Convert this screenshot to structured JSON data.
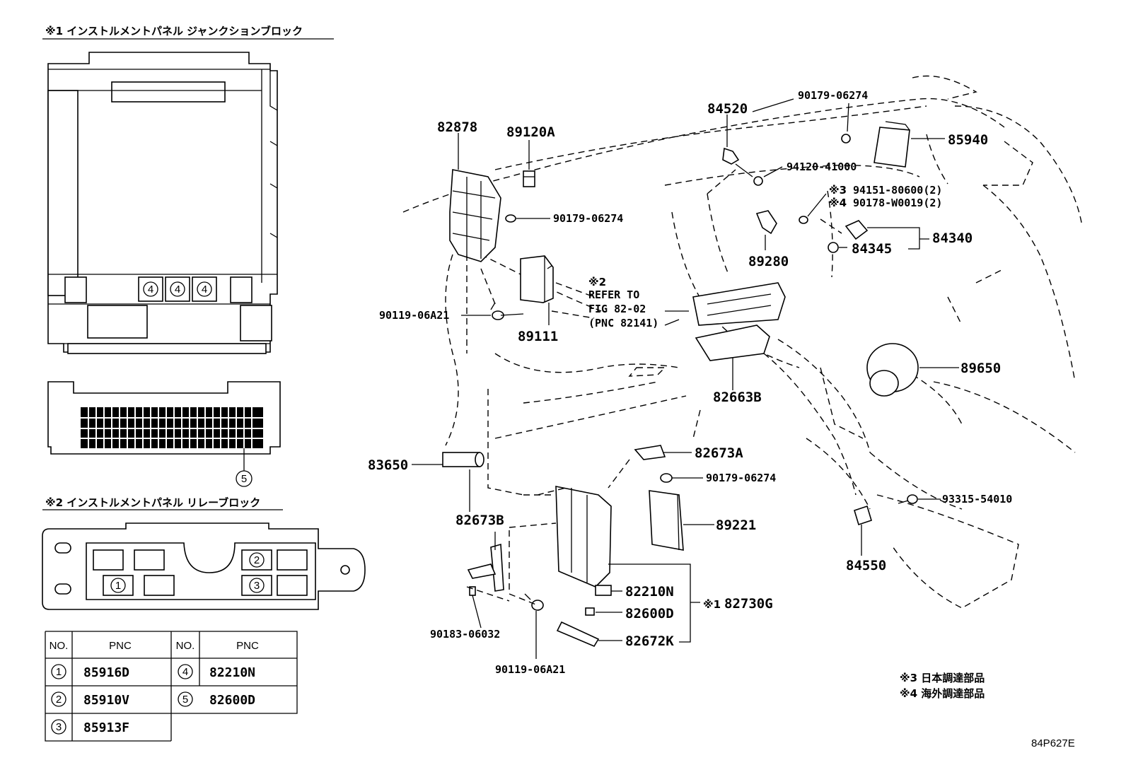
{
  "junction_block": {
    "title": "※1 インストルメントパネル ジャンクションブロック",
    "markers": [
      "4",
      "4",
      "4",
      "5"
    ]
  },
  "relay_block": {
    "title": "※2 インストルメントパネル リレーブロック",
    "markers": [
      "1",
      "2",
      "3"
    ]
  },
  "pnc_table": {
    "headers": [
      "NO.",
      "PNC",
      "NO.",
      "PNC"
    ],
    "rows": [
      {
        "no": "1",
        "pnc": "85916D",
        "no2": "4",
        "pnc2": "82210N"
      },
      {
        "no": "2",
        "pnc": "85910V",
        "no2": "5",
        "pnc2": "82600D"
      },
      {
        "no": "3",
        "pnc": "85913F",
        "no2": "",
        "pnc2": ""
      }
    ]
  },
  "part_labels": {
    "p82878": "82878",
    "p89120A": "89120A",
    "p90179_a": "90179-06274",
    "p84520": "84520",
    "p90179_b": "90179-06274",
    "p85940": "85940",
    "p94120": "94120-41000",
    "note3_mark": "※3",
    "p94151": "94151-80600(2)",
    "note4_mark": "※4",
    "p90178": "90178-W0019(2)",
    "p84340": "84340",
    "p84345": "84345",
    "p89280": "89280",
    "refer_mark": "※2",
    "refer_line1": "REFER TO",
    "refer_line2": "FIG 82-02",
    "refer_line3": "(PNC 82141)",
    "p90119_a": "90119-06A21",
    "p89111": "89111",
    "p89650": "89650",
    "p82663B": "82663B",
    "p83650": "83650",
    "p82673A": "82673A",
    "p90179_c": "90179-06274",
    "p93315": "93315-54010",
    "p82673B": "82673B",
    "p89221": "89221",
    "p84550": "84550",
    "p82210N": "82210N",
    "p82600D": "82600D",
    "p82672K": "82672K",
    "mark1": "※1",
    "p82730G": "82730G",
    "p90183": "90183-06032",
    "p90119_b": "90119-06A21"
  },
  "notes": {
    "note3": "※3 日本調達部品",
    "note4": "※4 海外調達部品"
  },
  "figure_code": "84P627E"
}
